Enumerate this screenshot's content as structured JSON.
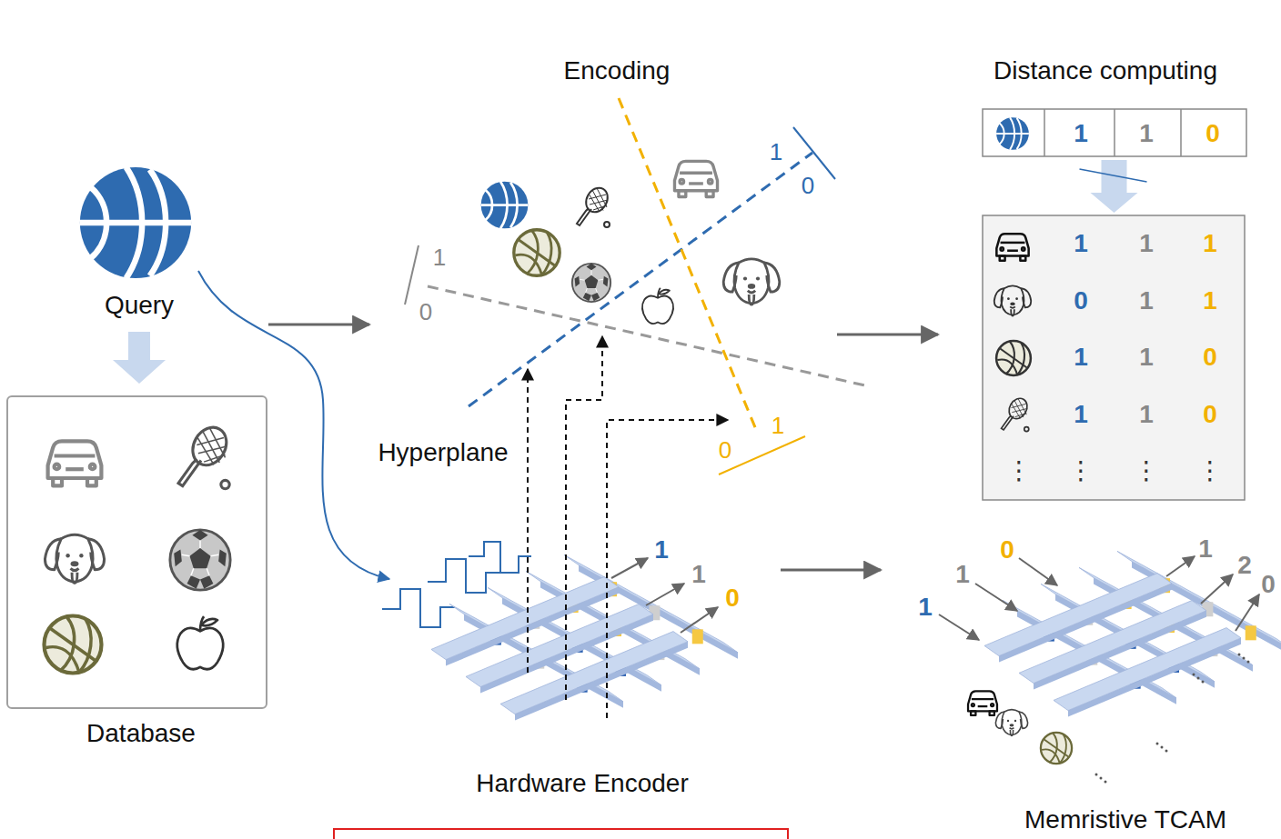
{
  "diagram": {
    "nodes": [
      {
        "text": [
          "Database"
        ]
      },
      {
        "text": [
          "1",
          "1",
          "0"
        ]
      },
      {
        "text": [
          "1",
          "1",
          "1",
          "0",
          "1",
          "1",
          "1",
          "1",
          "0",
          "1",
          "1",
          "0",
          "⋮",
          "⋮",
          "⋮",
          "⋮"
        ]
      }
    ],
    "edges": [
      {
        "from": 1,
        "to": 2,
        "arrow": "to"
      }
    ],
    "labels": [
      "Query",
      "Encoding",
      "Distance computing",
      "Hyperplane",
      "Hardware Encoder",
      "Memristive TCAM",
      "1",
      "0",
      "1",
      "0",
      "0",
      "1",
      "1",
      "1",
      "0",
      "0",
      "1",
      "1",
      "1",
      "2",
      "0"
    ]
  }
}
